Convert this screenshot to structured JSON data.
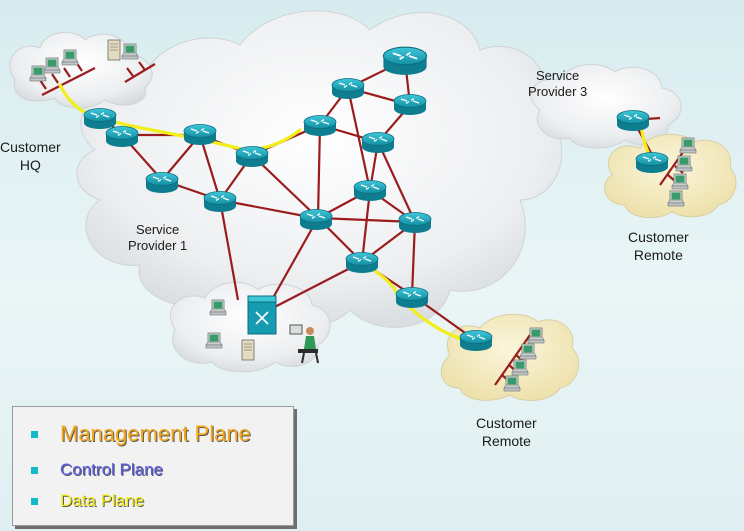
{
  "labels": {
    "customer_hq": [
      "Customer",
      "HQ"
    ],
    "service_provider_1": [
      "Service",
      "Provider 1"
    ],
    "service_provider_3": [
      "Service",
      "Provider 3"
    ],
    "customer_remote_right": [
      "Customer",
      "Remote"
    ],
    "customer_remote_bottom": [
      "Customer",
      "Remote"
    ]
  },
  "legend": {
    "items": [
      {
        "label": "Management Plane",
        "color": "#f4a81c"
      },
      {
        "label": "Control Plane",
        "color": "#5a5ce8"
      },
      {
        "label": "Data Plane",
        "color": "#f4ec18"
      }
    ],
    "bullet_color": "#14b8c8"
  },
  "colors": {
    "link": "#9b1c1c",
    "data_path": "#f1ee1a",
    "router": "#169bb0",
    "cloud": "#f2f4f5",
    "remote_cloud": "#f5ecc6"
  },
  "icons": {
    "router": "router-icon",
    "switch": "multilayer-switch-icon",
    "workstation": "workstation-icon",
    "server": "server-icon",
    "admin": "network-admin-icon"
  }
}
